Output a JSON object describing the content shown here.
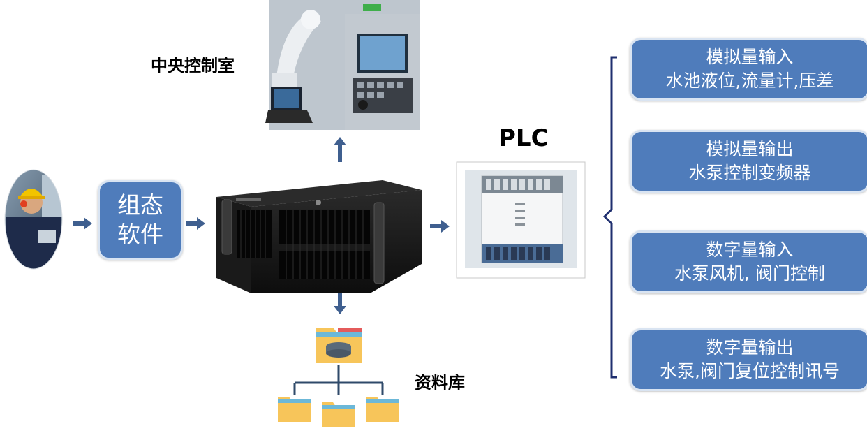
{
  "labels": {
    "control_room": "中央控制室",
    "plc": "PLC",
    "database": "资料库"
  },
  "software_box": {
    "line1": "组态",
    "line2": "软件"
  },
  "io_boxes": [
    {
      "title": "模拟量输入",
      "detail": "水池液位,流量计,压差"
    },
    {
      "title": "模拟量输出",
      "detail": "水泵控制变频器"
    },
    {
      "title": "数字量输入",
      "detail": "水泵风机, 阀门控制"
    },
    {
      "title": "数字量输出",
      "detail": "水泵,阀门复位控制讯号"
    }
  ],
  "colors": {
    "box_fill": "#4f7cbb",
    "arrow": "#3f5f8f",
    "brace": "#1f2f6f",
    "folder": "#f7c55a",
    "folder_tab": "#6cb8d8",
    "folder_red": "#e45b5b"
  },
  "icons": [
    "worker-photo",
    "industrial-pc",
    "plc-device",
    "control-room-photo",
    "database-folder-icon"
  ]
}
